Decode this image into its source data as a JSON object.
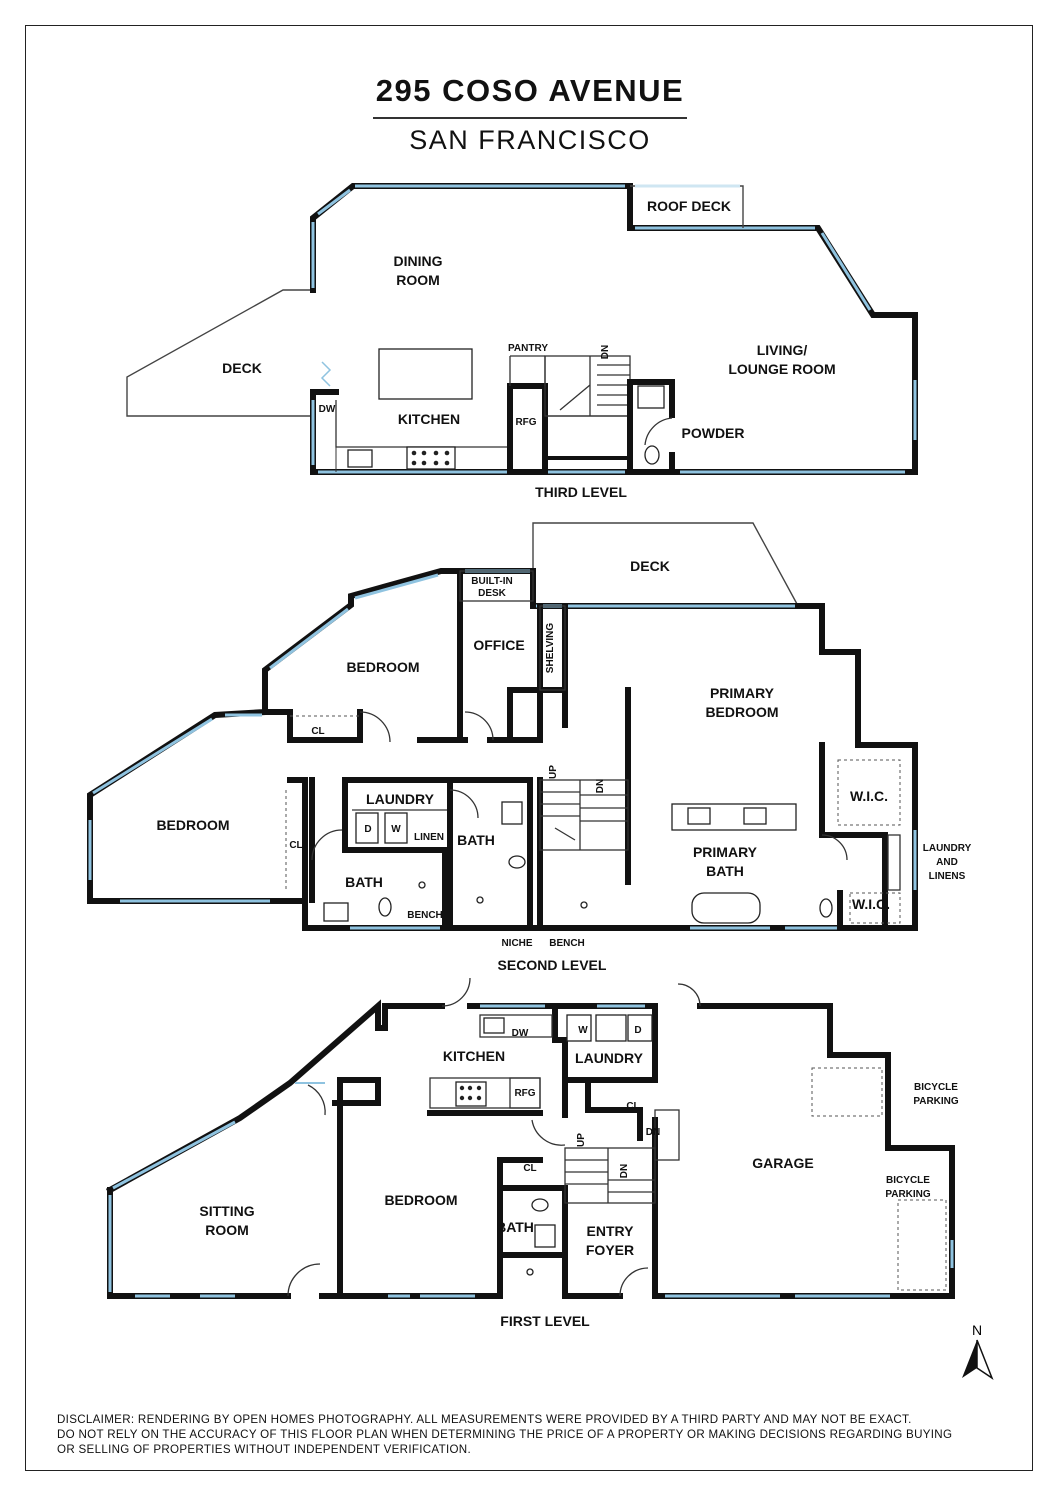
{
  "header": {
    "address": "295 COSO AVENUE",
    "city": "SAN FRANCISCO"
  },
  "third_level": {
    "level_label": "THIRD LEVEL",
    "rooms": {
      "dining": [
        "DINING",
        "ROOM"
      ],
      "deck": "DECK",
      "roof_deck": "ROOF DECK",
      "pantry": "PANTRY",
      "dn": "DN",
      "living": [
        "LIVING/",
        "LOUNGE ROOM"
      ],
      "dw": "DW",
      "kitchen": "KITCHEN",
      "rfg": "RFG",
      "powder": "POWDER"
    }
  },
  "second_level": {
    "level_label": "SECOND LEVEL",
    "rooms": {
      "builtin_desk": [
        "BUILT-IN",
        "DESK"
      ],
      "deck": "DECK",
      "bedroom_upper": "BEDROOM",
      "office": "OFFICE",
      "shelving": "SHELVING",
      "primary_bedroom": [
        "PRIMARY",
        "BEDROOM"
      ],
      "cl_upper": "CL",
      "bedroom_left": "BEDROOM",
      "laundry": "LAUNDRY",
      "d": "D",
      "w": "W",
      "linen": "LINEN",
      "bath_center": "BATH",
      "up": "UP",
      "dn": "DN",
      "wic_upper": "W.I.C.",
      "cl_left": "CL",
      "bath_left": "BATH",
      "primary_bath": [
        "PRIMARY",
        "BATH"
      ],
      "laundry_linens": [
        "LAUNDRY",
        "AND",
        "LINENS"
      ],
      "bench_left": "BENCH",
      "wic_lower": "W.I.C.",
      "niche": "NICHE",
      "bench_right": "BENCH"
    }
  },
  "first_level": {
    "level_label": "FIRST LEVEL",
    "rooms": {
      "dw": "DW",
      "w": "W",
      "d": "D",
      "kitchen": "KITCHEN",
      "laundry": "LAUNDRY",
      "bicycle_parking_upper": [
        "BICYCLE",
        "PARKING"
      ],
      "rfg": "RFG",
      "cl_upper": "CL",
      "dn_door": "DN",
      "up": "UP",
      "cl_lower": "CL",
      "garage": "GARAGE",
      "dn_stair": "DN",
      "bicycle_parking_lower": [
        "BICYCLE",
        "PARKING"
      ],
      "sitting": [
        "SITTING",
        "ROOM"
      ],
      "bedroom": "BEDROOM",
      "bath": "BATH",
      "entry": [
        "ENTRY",
        "FOYER"
      ]
    }
  },
  "compass": {
    "label": "N"
  },
  "disclaimer": [
    "DISCLAIMER: RENDERING BY OPEN HOMES PHOTOGRAPHY. ALL MEASUREMENTS WERE PROVIDED BY A THIRD PARTY AND MAY NOT BE EXACT.",
    "DO NOT RELY ON THE ACCURACY OF THIS FLOOR PLAN WHEN DETERMINING THE PRICE OF A PROPERTY OR MAKING DECISIONS REGARDING BUYING",
    "OR SELLING OF PROPERTIES WITHOUT INDEPENDENT VERIFICATION."
  ],
  "colors": {
    "wall": "#111111",
    "window": "#8fc3e0",
    "deck_outline": "#444444"
  }
}
